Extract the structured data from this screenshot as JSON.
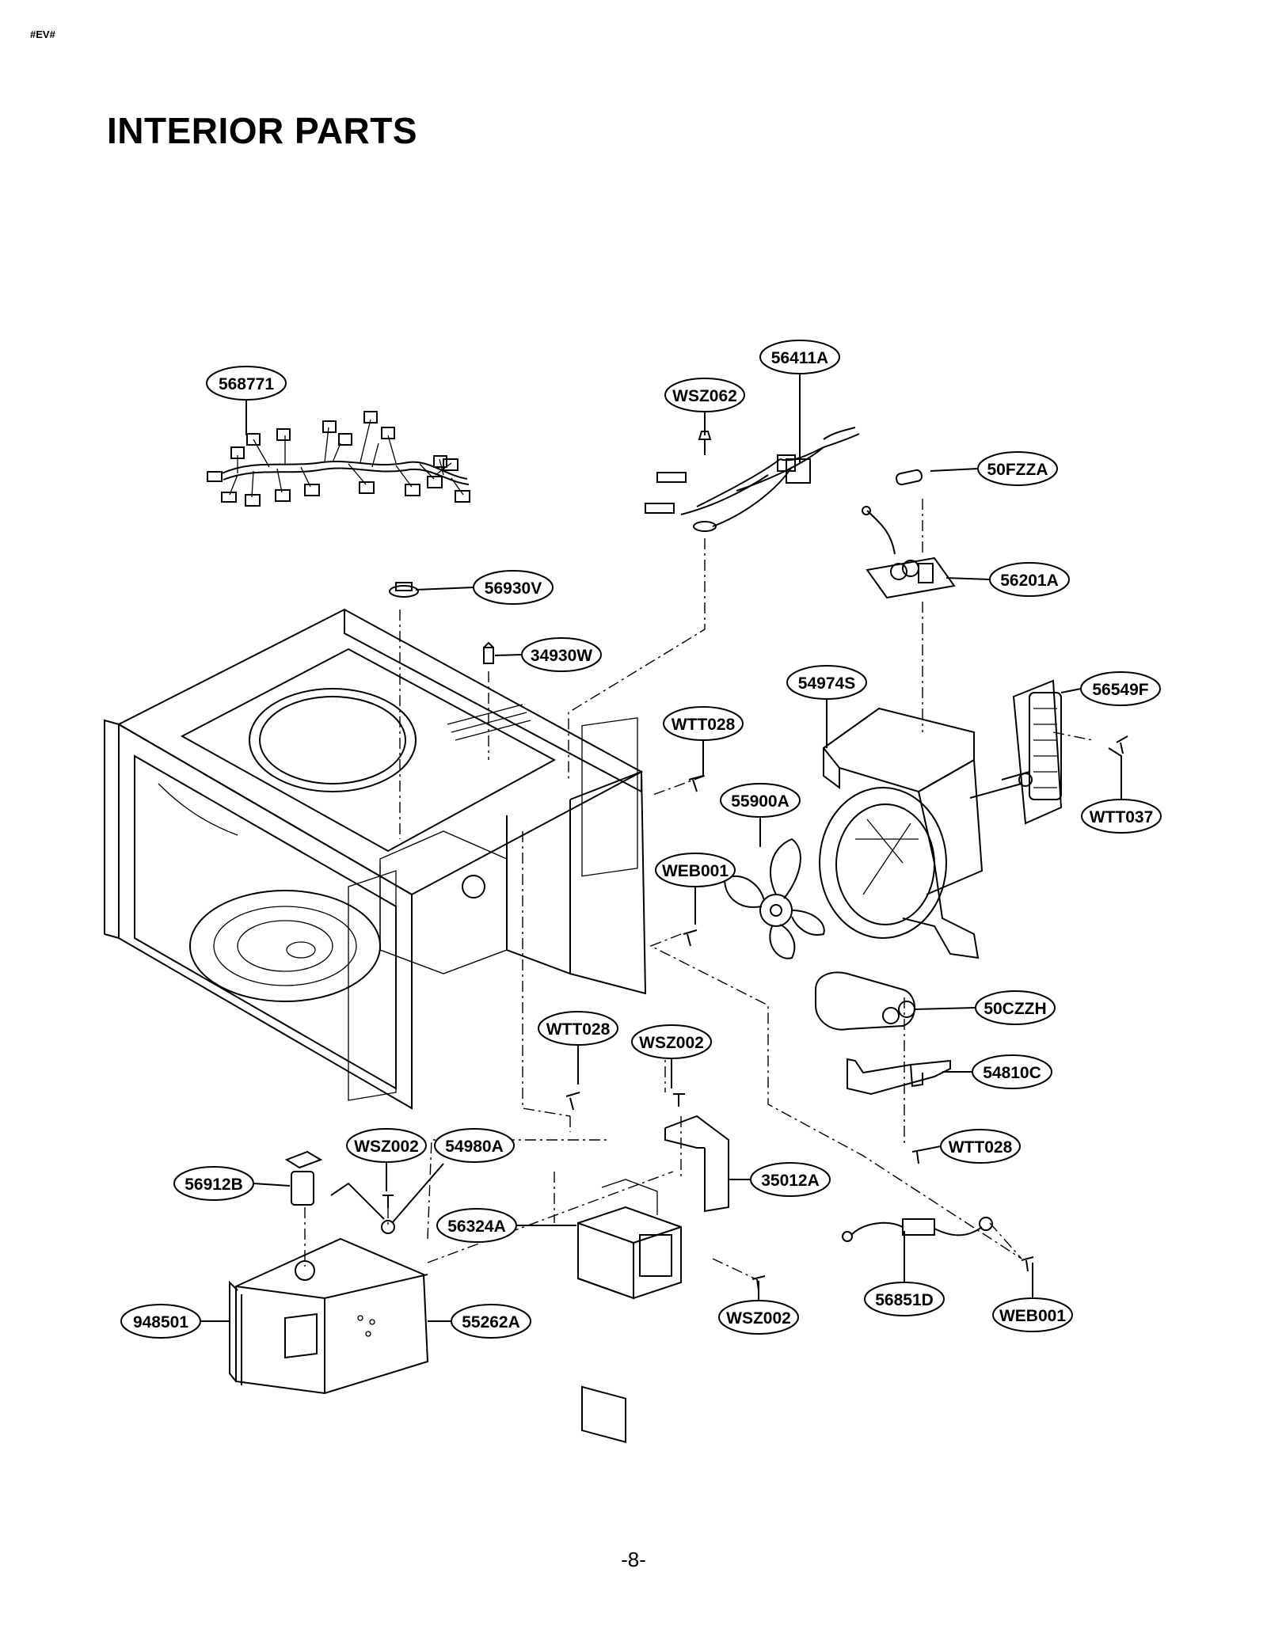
{
  "header": {
    "tag": "#EV#",
    "title": "INTERIOR PARTS"
  },
  "footer": {
    "page_number": "-8-"
  },
  "callouts": {
    "c_568771": "568771",
    "c_56411A": "56411A",
    "c_WSZ062": "WSZ062",
    "c_50FZZA": "50FZZA",
    "c_56201A": "56201A",
    "c_56930V": "56930V",
    "c_34930W": "34930W",
    "c_54974S": "54974S",
    "c_56549F": "56549F",
    "c_WTT028_a": "WTT028",
    "c_WTT037": "WTT037",
    "c_55900A": "55900A",
    "c_WEB001_a": "WEB001",
    "c_50CZZH": "50CZZH",
    "c_WTT028_b": "WTT028",
    "c_WSZ002_a": "WSZ002",
    "c_54810C": "54810C",
    "c_WTT028_c": "WTT028",
    "c_WSZ002_b": "WSZ002",
    "c_54980A": "54980A",
    "c_56912B": "56912B",
    "c_35012A": "35012A",
    "c_56324A": "56324A",
    "c_56851D": "56851D",
    "c_WEB001_b": "WEB001",
    "c_948501": "948501",
    "c_55262A": "55262A",
    "c_WSZ002_c": "WSZ002"
  }
}
